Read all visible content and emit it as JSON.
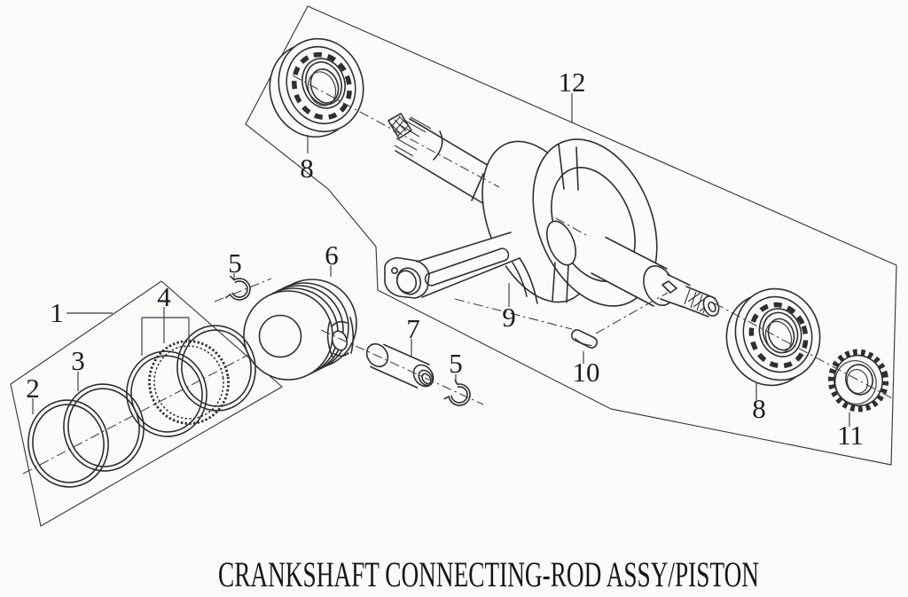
{
  "title": {
    "text": "CRANKSHAFT CONNECTING-ROD ASSY/PISTON"
  },
  "callouts": {
    "n1": "1",
    "n2": "2",
    "n3": "3",
    "n4": "4",
    "n5a": "5",
    "n5b": "5",
    "n6": "6",
    "n7": "7",
    "n8a": "8",
    "n8b": "8",
    "n9": "9",
    "n10": "10",
    "n11": "11",
    "n12": "12"
  },
  "colors": {
    "line": "#2f2f2f",
    "background": "#fbfbfa",
    "text": "#1c1c1c"
  }
}
